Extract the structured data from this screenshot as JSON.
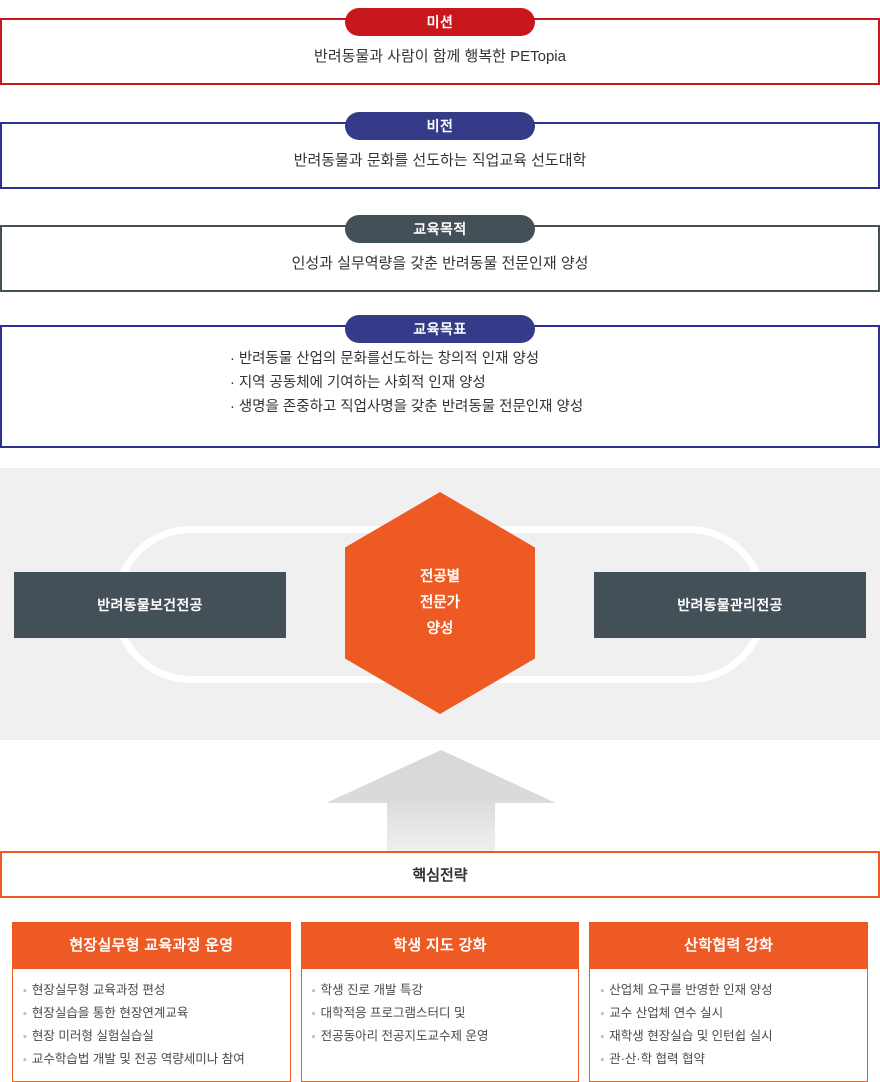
{
  "mission": {
    "label": "미션",
    "text": "반려동물과 사람이 함께 행복한 PETopia",
    "color": "#c8161d"
  },
  "vision": {
    "label": "비전",
    "text": "반려동물과 문화를 선도하는 직업교육 선도대학",
    "color": "#2e3192"
  },
  "purpose": {
    "label": "교육목적",
    "text": "인성과 실무역량을 갖춘 반려동물 전문인재 양성",
    "color": "#445058"
  },
  "goals": {
    "label": "교육목표",
    "bullet": "·",
    "items": [
      "반려동물 산업의 문화를선도하는 창의적 인재 양성",
      "지역 공동체에 기여하는 사회적 인재 양성",
      "생명을 존중하고 직업사명을 갖춘 반려동물 전문인재 양성"
    ],
    "color": "#2e3192"
  },
  "stage": {
    "hexagon": {
      "line1": "전공별",
      "line2": "전문가",
      "line3": "양성",
      "color": "#ee5a24"
    },
    "major_left": "반려동물보건전공",
    "major_right": "반려동물관리전공",
    "major_color": "#445058",
    "background": "#f0f0f0"
  },
  "arrow": {
    "name": "up-arrow",
    "color_top": "#d8d8d8",
    "color_bottom": "#f2f2f2"
  },
  "core_strategy": {
    "label": "핵심전략",
    "color": "#ee5a24"
  },
  "strategy_cards": [
    {
      "title": "현장실무형 교육과정 운영",
      "items": [
        "현장실무형 교육과정 편성",
        "현장실습을 통한 현장연계교육",
        "현장 미러형 실험실습실",
        "교수학습법 개발 및 전공 역량세미나 참여"
      ]
    },
    {
      "title": "학생 지도 강화",
      "items": [
        "학생 진로 개발 특강",
        "대학적응 프로그램스터디 및",
        "전공동아리 전공지도교수제 운영"
      ]
    },
    {
      "title": "산학협력 강화",
      "items": [
        "산업체 요구를 반영한 인재 양성",
        "교수 산업체 연수 실시",
        "재학생 현장실습 및 인턴쉽 실시",
        "관·산·학 협력 협약"
      ]
    }
  ],
  "card_bullet": "▪"
}
